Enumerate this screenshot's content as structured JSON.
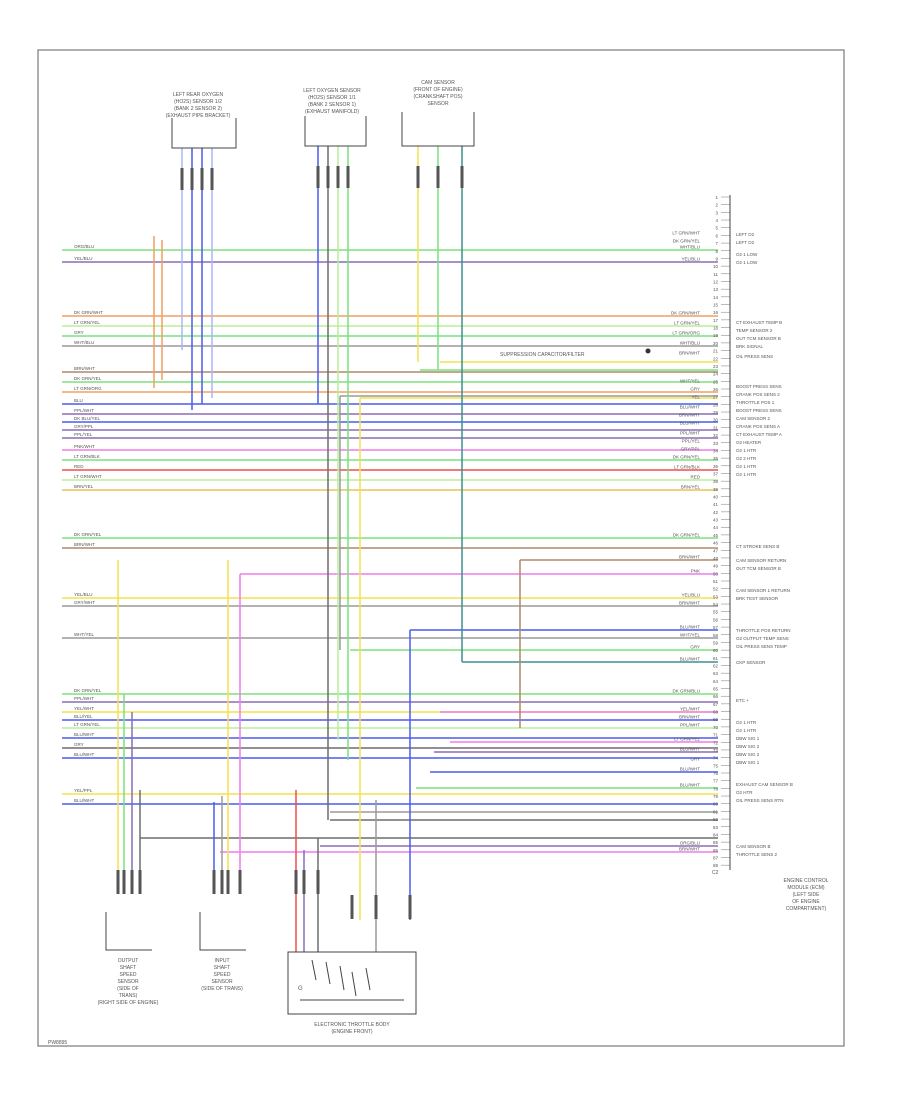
{
  "diagram_id": "PW8895",
  "connector_label": "C2",
  "ground_label": "G",
  "warning_note": "SUPPRESSION CAPACITOR/FILTER",
  "ecm_pins": [
    "1",
    "2",
    "3",
    "4",
    "5",
    "6",
    "7",
    "8",
    "9",
    "10",
    "11",
    "12",
    "13",
    "14",
    "15",
    "16",
    "17",
    "18",
    "19",
    "20",
    "21",
    "22",
    "23",
    "24",
    "25",
    "26",
    "27",
    "28",
    "29",
    "30",
    "31",
    "32",
    "33",
    "34",
    "35",
    "36",
    "37",
    "38",
    "39",
    "40",
    "41",
    "42",
    "43",
    "44",
    "45",
    "46",
    "47",
    "48",
    "49",
    "50",
    "51",
    "52",
    "53",
    "54",
    "55",
    "56",
    "57",
    "58",
    "59",
    "60",
    "61",
    "62",
    "63",
    "64",
    "65",
    "66",
    "67",
    "68",
    "69",
    "70",
    "71",
    "72",
    "73",
    "74",
    "75",
    "76",
    "77",
    "78",
    "79",
    "80",
    "81",
    "82",
    "83",
    "84",
    "85",
    "86",
    "87",
    "88"
  ],
  "components": {
    "top_left": {
      "l1": "LEFT REAR OXYGEN",
      "l2": "(HO2S) SENSOR 1/2",
      "l3": "(BANK 2 SENSOR 2)",
      "l4": "(EXHAUST PIPE BRACKET)"
    },
    "top_mid": {
      "l1": "LEFT OXYGEN SENSOR",
      "l2": "(HO2S) SENSOR 1/1",
      "l3": "(BANK 2 SENSOR 1)",
      "l4": "(EXHAUST MANIFOLD)"
    },
    "top_right": {
      "l1": "CAM SENSOR",
      "l2": "(FRONT OF ENGINE)",
      "l3": "(CRANKSHAFT POS)",
      "l4": "SENSOR"
    },
    "ecm": {
      "l1": "ENGINE CONTROL",
      "l2": "MODULE (ECM)",
      "l3": "(LEFT SIDE",
      "l4": "OF ENGINE",
      "l5": "COMPARTMENT)"
    },
    "bottom_left": {
      "l1": "OUTPUT",
      "l2": "SHAFT",
      "l3": "SPEED",
      "l4": "SENSOR",
      "l5": "(SIDE OF",
      "l6": "TRANS)",
      "l7": "(RIGHT SIDE OF ENGINE)"
    },
    "bottom_mid": {
      "l1": "INPUT",
      "l2": "SHAFT",
      "l3": "SPEED",
      "l4": "SENSOR",
      "l5": "(SIDE OF TRANS)"
    },
    "bottom_right": {
      "l1": "ELECTRONIC THROTTLE BODY",
      "l2": "(ENGINE FRONT)"
    }
  },
  "left_wire_labels": [
    "ORG/BLU",
    "YEL/BLU",
    "DK GRN/WHT",
    "LT GRN/YEL",
    "GRY",
    "WHT/BLU",
    "BRN/WHT",
    "DK GRN/YEL",
    "LT GRN/ORG",
    "BLU",
    "PPL/WHT",
    "DK BLU/YEL",
    "GRY/PPL",
    "PPL/YEL",
    "PNK/WHT",
    "LT GRN/BLK",
    "RED",
    "LT GRN/WHT",
    "BRN/YEL",
    "DK GRN/YEL",
    "BRN/WHT",
    "YEL/BLU",
    "GRY/WHT",
    "WHT/YEL",
    "DK GRN/YEL",
    "PPL/WHT",
    "YEL/WHT",
    "BLU/YEL",
    "LT GRN/YEL",
    "BLU/WHT",
    "GRY",
    "BLU/WHT",
    "YEL/PPL",
    "BLU/WHT"
  ],
  "right_wire_labels": [
    "LT GRN/WHT",
    "DK GRN/YEL",
    "WHT/BLU",
    "YEL/BLU",
    "DK GRN/WHT",
    "LT GRN/YEL",
    "LT GRN/ORG",
    "WHT/BLU",
    "BRN/WHT",
    "WHT/YEL",
    "GRY",
    "YEL",
    "BLU/WHT",
    "BRN/WHT",
    "BLU/WHT",
    "PPL/WHT",
    "PPL/YEL",
    "GRY/PPL",
    "DK GRN/YEL",
    "LT GRN/BLK",
    "RED",
    "BRN/YEL",
    "DK GRN/YEL",
    "BRN/WHT",
    "PNK",
    "YEL/BLU",
    "BRN/WHT",
    "BLU/WHT",
    "WHT/YEL",
    "GRY",
    "BLU/WHT",
    "DK GRN/BLU",
    "YEL/WHT",
    "BRN/WHT",
    "PPL/WHT",
    "LT GRN/YEL",
    "BLU/WHT",
    "GRY",
    "BLU/WHT",
    "BLU/WHT",
    "ORG/BLU",
    "BRN/WHT"
  ],
  "ecm_pin_functions": [
    "LEFT O2",
    "LEFT O2",
    "O2 1 LOW",
    "O2 1 LOW",
    "CT EXHAUST TEMP B",
    "TEMP SENSOR 2",
    "OUT TCM SENSOR B",
    "BRK SIGNAL",
    "OIL PRESS SENS",
    "BOOST PRESS SENS",
    "CRANK POS SENS 2",
    "THROTTLE POS 1",
    "BOOST PRESS SENS",
    "CAM SENSOR 2",
    "CRANK POS SENS A",
    "CT EXHAUST TEMP A",
    "O2 HEATER",
    "O2 1 HTR",
    "O2 2 HTR",
    "O2 1 HTR",
    "O2 1 HTR",
    "CT STROKE SENS B",
    "CAM SENSOR RETURN",
    "OUT TCM SENSOR B",
    "CAM SENSOR 1 RETURN",
    "BRK TEST SENSOR",
    "THROTTLE POS RETURN",
    "O2 OUTPUT TEMP SENS",
    "OIL PRESS SENS TEMP",
    "CKP SENSOR",
    "ETC +",
    "O2 1 HTR",
    "O2 1 HTR",
    "DBW SIG 1",
    "DBW SIG 2",
    "DBW SIG 2",
    "DBW SIG 1",
    "EXHAUST CAM SENSOR B",
    "O2 HTR",
    "OIL PRESS SENS RTN",
    "CAM SENSOR B",
    "THROTTLE SENS 2"
  ]
}
